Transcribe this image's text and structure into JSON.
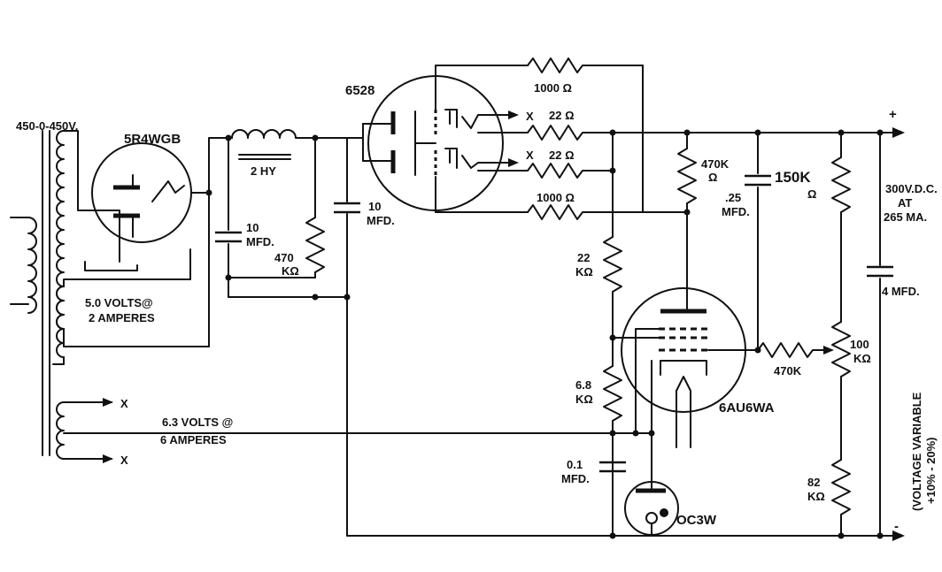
{
  "diagram": {
    "transformer": {
      "primary_rating": "450-0-450V.",
      "winding_5v": [
        "5.0 VOLTS@",
        "2 AMPERES"
      ],
      "winding_6v": [
        "6.3 VOLTS @",
        "6 AMPERES"
      ],
      "heater_tap_top": "X",
      "heater_tap_bottom": "X"
    },
    "rectifier": {
      "tube": "5R4WGB"
    },
    "filter": {
      "choke": "2 HY",
      "cap1": [
        "10",
        "MFD."
      ],
      "cap2": [
        "10",
        "MFD."
      ],
      "bleeder": [
        "470",
        "KΩ"
      ]
    },
    "pass_tube": {
      "tube": "6528",
      "grid_res_top": "1000 Ω",
      "grid_res_bottom": "1000 Ω",
      "cathode_res_top": "22 Ω",
      "cathode_res_bottom": "22 Ω",
      "heater_x_top": "X",
      "heater_x_bottom": "X"
    },
    "amplifier": {
      "tube": "6AU6WA",
      "plate_res": [
        "470K",
        "Ω"
      ],
      "coupling_cap": [
        ".25",
        "MFD."
      ],
      "screen_res_top": [
        "22",
        "KΩ"
      ],
      "screen_res_bottom": [
        "6.8",
        "KΩ"
      ],
      "bypass_cap": [
        "0.1",
        "MFD."
      ],
      "grid_res": "470K"
    },
    "reference": {
      "tube": "OC3W"
    },
    "divider": {
      "top_res": [
        "150K",
        "Ω"
      ],
      "pot": [
        "100",
        "KΩ"
      ],
      "bottom_res": [
        "82",
        "KΩ"
      ]
    },
    "output": {
      "plus": "+",
      "minus": "-",
      "rating": [
        "300V.D.C.",
        "AT",
        "265 MA."
      ],
      "output_cap": "4 MFD.",
      "variable_note": [
        "(VOLTAGE VARIABLE",
        "+10% - 20%)"
      ]
    }
  }
}
